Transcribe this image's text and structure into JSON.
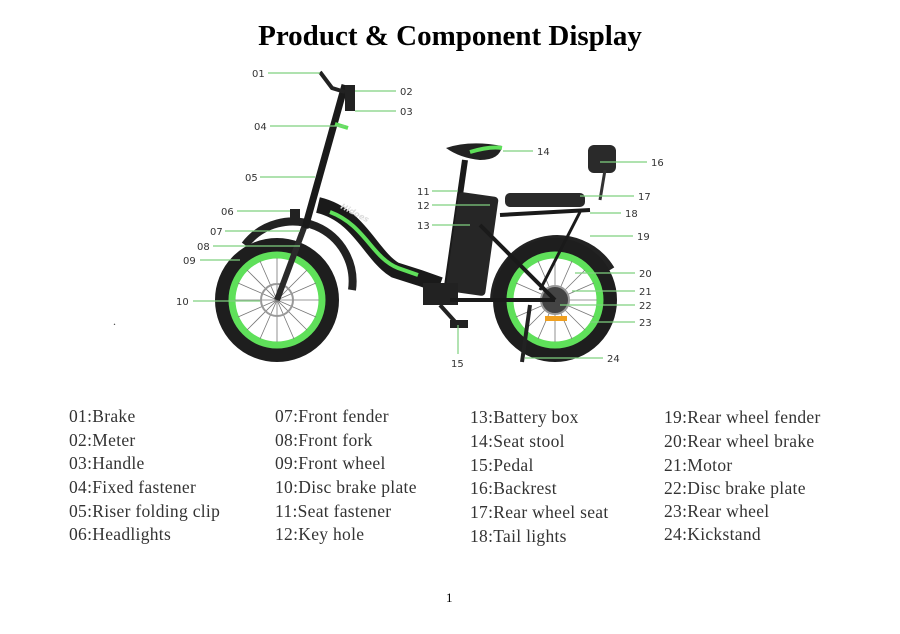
{
  "title": "Product & Component Display",
  "callouts": [
    "01",
    "02",
    "03",
    "04",
    "05",
    "06",
    "07",
    "08",
    "09",
    "10",
    "11",
    "12",
    "13",
    "14",
    "15",
    "16",
    "17",
    "18",
    "19",
    "20",
    "21",
    "22",
    "23",
    "24"
  ],
  "bike_brand": "Hidoes",
  "colors": {
    "accent_green": "#5fe05a",
    "frame": "#1a1a1a",
    "callout_line": "#7fd07f"
  },
  "parts": [
    [
      "01:Brake",
      "02:Meter",
      "03:Handle",
      "04:Fixed fastener",
      "05:Riser folding clip",
      "06:Headlights"
    ],
    [
      "07:Front fender",
      "08:Front fork",
      "09:Front wheel",
      "10:Disc brake plate",
      "11:Seat fastener",
      "12:Key hole"
    ],
    [
      "13:Battery box",
      "14:Seat stool",
      "15:Pedal",
      "16:Backrest",
      "17:Rear wheel seat",
      "18:Tail lights"
    ],
    [
      "19:Rear wheel fender",
      "20:Rear wheel brake",
      "21:Motor",
      "22:Disc brake plate",
      "23:Rear wheel",
      "24:Kickstand"
    ]
  ],
  "stray_mark": ".",
  "page_number": "1"
}
